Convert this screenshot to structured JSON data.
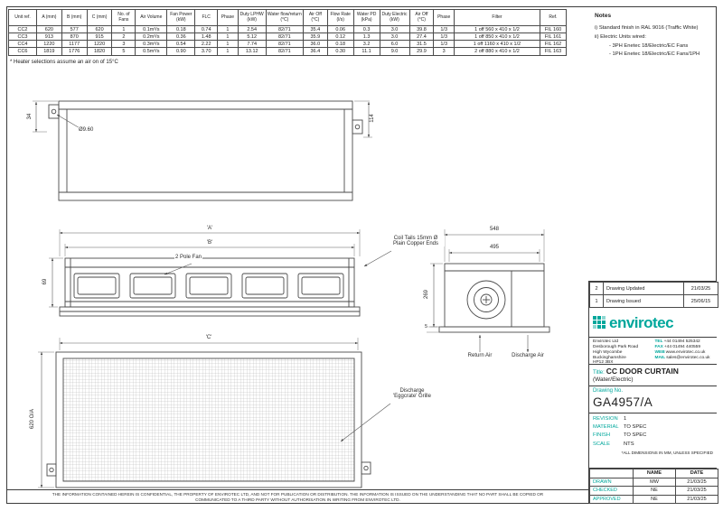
{
  "colors": {
    "accent": "#00a79c",
    "line": "#444444"
  },
  "spec_table": {
    "header_rows": [
      [
        "Unit ref.",
        "A (mm)",
        "B (mm)",
        "C (mm)",
        "No. of\nFans",
        "Air Volume",
        "Fan Power\n(kW)",
        "FLC",
        "Phase",
        "Duty LPHW\n(kW)",
        "Water flow/return\n(°C)",
        "Air Off\n(°C)",
        "Flow Rate\n(l/s)",
        "Water PD\n(kPa)",
        "Duty Electric\n(kW)",
        "Air Off\n(°C)",
        "Phase",
        "Filter",
        "Ref."
      ]
    ],
    "rows": [
      [
        "CC2",
        "620",
        "577",
        "620",
        "1",
        "0.1m³/s",
        "0.18",
        "0.74",
        "1",
        "2.54",
        "82/71",
        "35.4",
        "0.06",
        "0.3",
        "3.0",
        "39.8",
        "1/3",
        "1 off 560 x 410 x 1/2",
        "FIL 160"
      ],
      [
        "CC3",
        "913",
        "870",
        "915",
        "2",
        "0.2m³/s",
        "0.36",
        "1.48",
        "1",
        "5.12",
        "82/71",
        "35.9",
        "0.12",
        "1.3",
        "3.0",
        "27.4",
        "1/3",
        "1 off 850 x 410 x 1/2",
        "FIL 161"
      ],
      [
        "CC4",
        "1220",
        "1177",
        "1220",
        "3",
        "0.3m³/s",
        "0.54",
        "2.22",
        "1",
        "7.74",
        "82/71",
        "36.0",
        "0.18",
        "3.2",
        "6.0",
        "31.5",
        "1/3",
        "1 off 1160 x 410 x 1/2",
        "FIL 162"
      ],
      [
        "CC6",
        "1819",
        "1776",
        "1820",
        "5",
        "0.5m³/s",
        "0.90",
        "3.70",
        "1",
        "13.12",
        "82/71",
        "36.4",
        "0.30",
        "11.1",
        "9.0",
        "29.9",
        "3",
        "2 off 880 x 410 x 1/2",
        "FIL 163"
      ]
    ],
    "footnote": "* Heater selections assume an air on of 15°C"
  },
  "notes": {
    "title": "Notes",
    "line1": "i)  Standard finish in RAL 9016 (Traffic White)",
    "line2": "ii) Electric Units wired:",
    "line3": "- 3PH Enetec 18/Electric/EC Fans",
    "line4": "- 1PH Enetec 18/Electric/EC Fans/1PH"
  },
  "labels": {
    "plan_offset": "34",
    "plan_hole_dia": "Ø9.60",
    "plan_offset_right": "114",
    "dim_a": "'A'",
    "dim_b": "'B'",
    "dim_c": "'C'",
    "elev_height": "69",
    "fan_note": "2 Pole Fan",
    "coil_note": "Coil Tails 15mm Ø\nPlain Copper Ends",
    "side_depth_overall": "548",
    "side_depth_inner": "495",
    "side_height": "269",
    "side_flange": "5",
    "return_air": "Return Air",
    "discharge_air": "Discharge Air",
    "grille_height": "620 O/A",
    "grille_note": "Discharge\n'Eggcrate' Grille"
  },
  "titleblock": {
    "revision_rows": [
      [
        "2",
        "Drawing Updated",
        "21/03/25"
      ],
      [
        "1",
        "Drawing Issued",
        "25/06/15"
      ]
    ],
    "logo_text": "envirotec",
    "address": [
      "Envirotec Ltd",
      "Desborough Park Road",
      "High Wycombe",
      "Buckinghamshire",
      "HP12 3BX"
    ],
    "contacts": [
      {
        "k": "TEL",
        "v": "+44 01494 525342"
      },
      {
        "k": "FAX",
        "v": "+44 01494 440559"
      },
      {
        "k": "WEB",
        "v": "www.envirotec.co.uk"
      },
      {
        "k": "MAIL",
        "v": "sales@envirotec.co.uk"
      }
    ],
    "title_label": "Title:",
    "title": "CC DOOR CURTAIN",
    "subtitle": "(Water/Electric)",
    "drawing_no_label": "Drawing No.",
    "drawing_no": "GA4957/A",
    "revision_label": "REVISION",
    "revision": "1",
    "material_label": "MATERIAL",
    "material": "TO SPEC",
    "finish_label": "FINISH",
    "finish": "TO SPEC",
    "scale_label": "SCALE",
    "scale": "NTS",
    "dims_note": "*ALL DIMENSIONS IN MM, UNLESS SPECIFIED",
    "signoff_header_rows": [
      [
        "",
        "NAME",
        "DATE"
      ]
    ],
    "signoff_rows": [
      [
        "DRAWN",
        "MW",
        "21/03/25"
      ],
      [
        "CHECKED",
        "NE",
        "21/03/25"
      ],
      [
        "APPROVED",
        "NE",
        "21/03/25"
      ]
    ]
  },
  "footer": {
    "confidential": "THE INFORMATION CONTAINED HEREIN IS CONFIDENTIAL, THE PROPERTY OF ENVIROTEC LTD, AND NOT FOR PUBLICATION OR DISTRIBUTION. THE INFORMATION IS ISSUED ON THE UNDERSTANDING THAT NO PART SHALL BE COPIED OR COMMUNICATED TO A THIRD PARTY WITHOUT AUTHORISATION IN WRITING FROM ENVIROTEC LTD."
  }
}
